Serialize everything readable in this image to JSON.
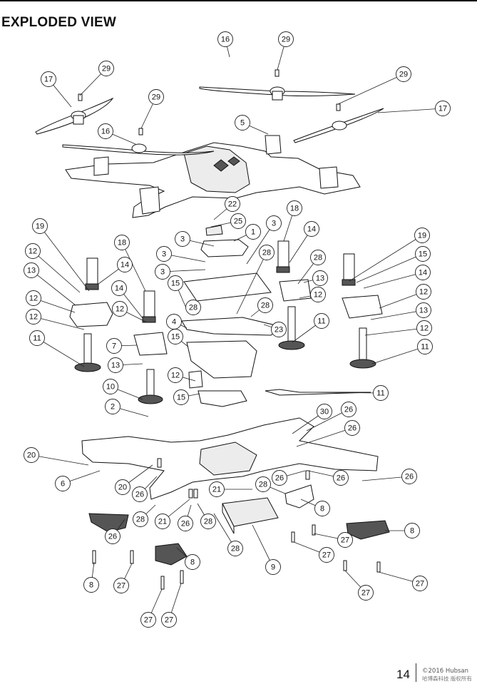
{
  "page": {
    "title": "EXPLODED VIEW",
    "page_number": "14",
    "copyright": "©2016 Hubsan",
    "copyright_cn": "哈博森科技 版权所有"
  },
  "callouts": [
    {
      "label": "16"
    },
    {
      "label": "29"
    },
    {
      "label": "29"
    },
    {
      "label": "17"
    },
    {
      "label": "29"
    },
    {
      "label": "29"
    },
    {
      "label": "17"
    },
    {
      "label": "16"
    },
    {
      "label": "5"
    },
    {
      "label": "22"
    },
    {
      "label": "25"
    },
    {
      "label": "1"
    },
    {
      "label": "3"
    },
    {
      "label": "3"
    },
    {
      "label": "3"
    },
    {
      "label": "3"
    },
    {
      "label": "18"
    },
    {
      "label": "28"
    },
    {
      "label": "14"
    },
    {
      "label": "19"
    },
    {
      "label": "19"
    },
    {
      "label": "18"
    },
    {
      "label": "12"
    },
    {
      "label": "13"
    },
    {
      "label": "14"
    },
    {
      "label": "12"
    },
    {
      "label": "14"
    },
    {
      "label": "12"
    },
    {
      "label": "12"
    },
    {
      "label": "11"
    },
    {
      "label": "15"
    },
    {
      "label": "28"
    },
    {
      "label": "4"
    },
    {
      "label": "28"
    },
    {
      "label": "23"
    },
    {
      "label": "28"
    },
    {
      "label": "13"
    },
    {
      "label": "12"
    },
    {
      "label": "11"
    },
    {
      "label": "15"
    },
    {
      "label": "14"
    },
    {
      "label": "12"
    },
    {
      "label": "13"
    },
    {
      "label": "12"
    },
    {
      "label": "11"
    },
    {
      "label": "15"
    },
    {
      "label": "7"
    },
    {
      "label": "13"
    },
    {
      "label": "12"
    },
    {
      "label": "10"
    },
    {
      "label": "15"
    },
    {
      "label": "2"
    },
    {
      "label": "11"
    },
    {
      "label": "30"
    },
    {
      "label": "26"
    },
    {
      "label": "26"
    },
    {
      "label": "20"
    },
    {
      "label": "6"
    },
    {
      "label": "20"
    },
    {
      "label": "26"
    },
    {
      "label": "26"
    },
    {
      "label": "26"
    },
    {
      "label": "26"
    },
    {
      "label": "21"
    },
    {
      "label": "28"
    },
    {
      "label": "8"
    },
    {
      "label": "28"
    },
    {
      "label": "21"
    },
    {
      "label": "26"
    },
    {
      "label": "28"
    },
    {
      "label": "26"
    },
    {
      "label": "8"
    },
    {
      "label": "8"
    },
    {
      "label": "27"
    },
    {
      "label": "28"
    },
    {
      "label": "9"
    },
    {
      "label": "27"
    },
    {
      "label": "8"
    },
    {
      "label": "27"
    },
    {
      "label": "27"
    },
    {
      "label": "27"
    },
    {
      "label": "27"
    },
    {
      "label": "27"
    }
  ]
}
